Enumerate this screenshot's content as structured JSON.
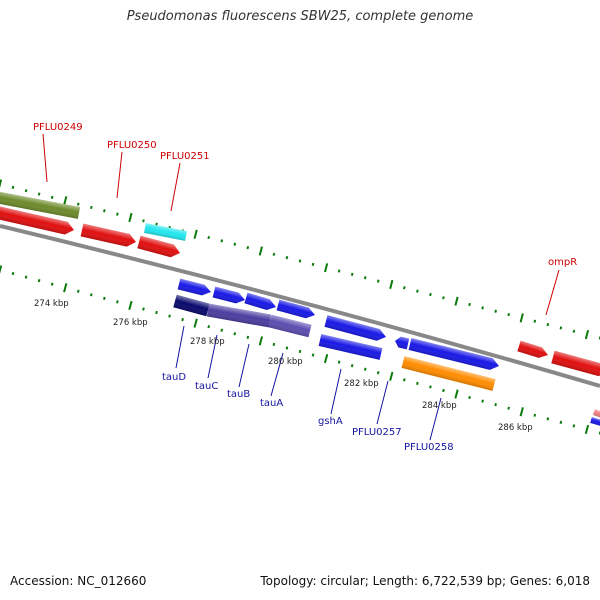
{
  "title": "Pseudomonas fluorescens SBW25, complete genome",
  "footer": {
    "accession": "Accession: NC_012660",
    "summary": "Topology: circular; Length: 6,722,539 bp; Genes: 6,018"
  },
  "colors": {
    "backbone": "#888888",
    "tick": "#0b7a0b",
    "red_label": "#cc0000",
    "blue_label": "#1515a0"
  },
  "kbp_labels": [
    "274 kbp",
    "276 kbp",
    "278 kbp",
    "280 kbp",
    "282 kbp",
    "284 kbp",
    "286 kbp"
  ],
  "red_gene_labels": [
    "PFLU0249",
    "PFLU0250",
    "PFLU0251",
    "ompR"
  ],
  "blue_gene_labels": [
    "tauD",
    "tauC",
    "tauB",
    "tauA",
    "gshA",
    "PFLU0257",
    "PFLU0258"
  ]
}
